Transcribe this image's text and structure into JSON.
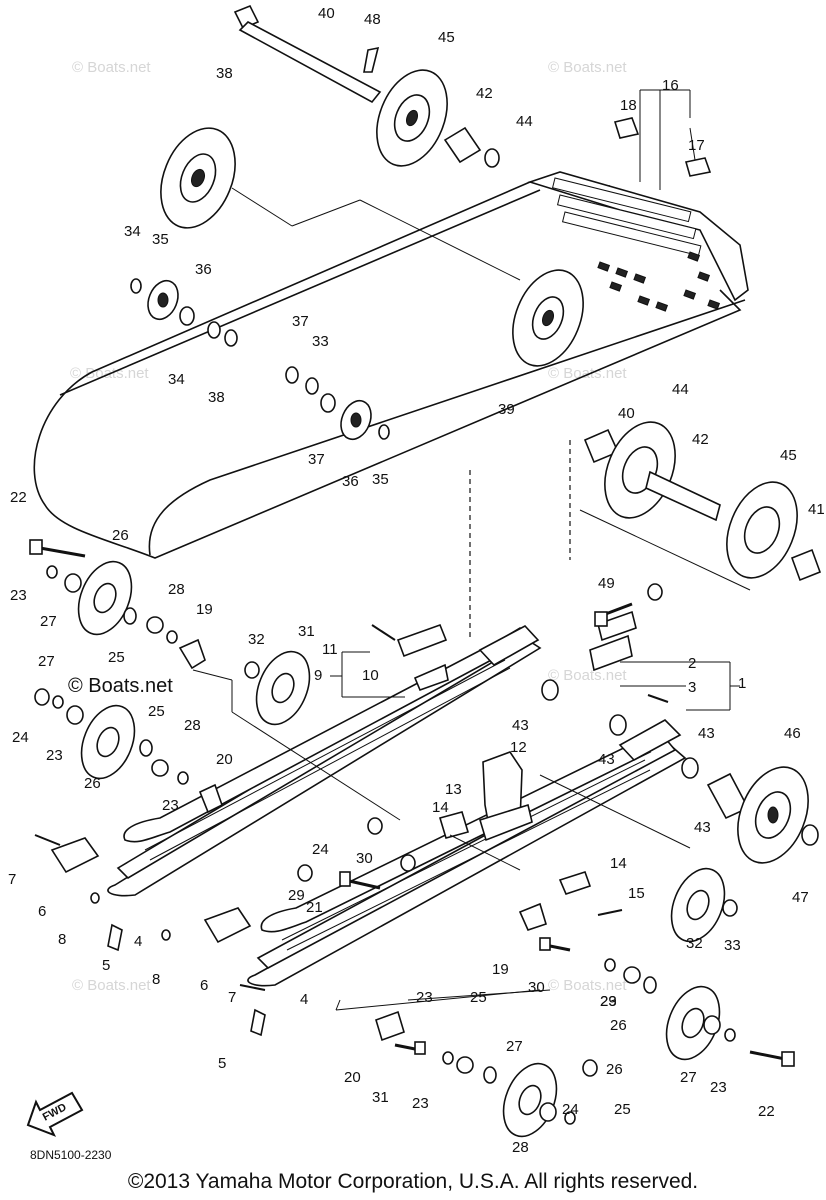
{
  "diagram": {
    "watermark": "© Boats.net",
    "watermark_dark": "© Boats.net",
    "fwd_label": "FWD",
    "drawing_code": "8DN5100-2230",
    "copyright": "©2013 Yamaha Motor Corporation, U.S.A. All rights reserved.",
    "callouts": [
      "1",
      "2",
      "3",
      "4",
      "4",
      "5",
      "5",
      "6",
      "6",
      "7",
      "7",
      "8",
      "8",
      "9",
      "10",
      "11",
      "12",
      "13",
      "14",
      "14",
      "15",
      "16",
      "17",
      "18",
      "19",
      "19",
      "20",
      "20",
      "21",
      "22",
      "22",
      "23",
      "23",
      "23",
      "23",
      "23",
      "23",
      "23",
      "24",
      "24",
      "24",
      "25",
      "25",
      "25",
      "25",
      "26",
      "26",
      "26",
      "26",
      "27",
      "27",
      "27",
      "27",
      "28",
      "28",
      "28",
      "29",
      "29",
      "30",
      "30",
      "31",
      "31",
      "32",
      "32",
      "33",
      "33",
      "34",
      "34",
      "35",
      "35",
      "36",
      "36",
      "37",
      "37",
      "38",
      "38",
      "39",
      "40",
      "40",
      "41",
      "42",
      "42",
      "43",
      "43",
      "43",
      "43",
      "44",
      "44",
      "45",
      "45",
      "46",
      "47",
      "48",
      "49"
    ]
  }
}
